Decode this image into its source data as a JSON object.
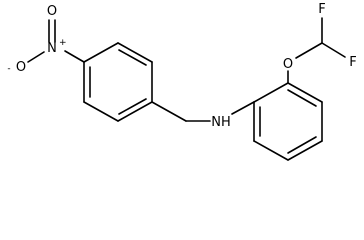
{
  "molecule": {
    "atoms": {
      "nitro_oxygen_top": "O",
      "nitro_oxygen_top_charge": "",
      "nitro_nitrogen": "N",
      "nitro_nitrogen_charge": "+",
      "nitro_oxygen_minus": "O",
      "nitro_oxygen_minus_charge": "-",
      "amine": "NH",
      "ether_oxygen": "O",
      "fluorine_left": "F",
      "fluorine_right": "F"
    }
  }
}
